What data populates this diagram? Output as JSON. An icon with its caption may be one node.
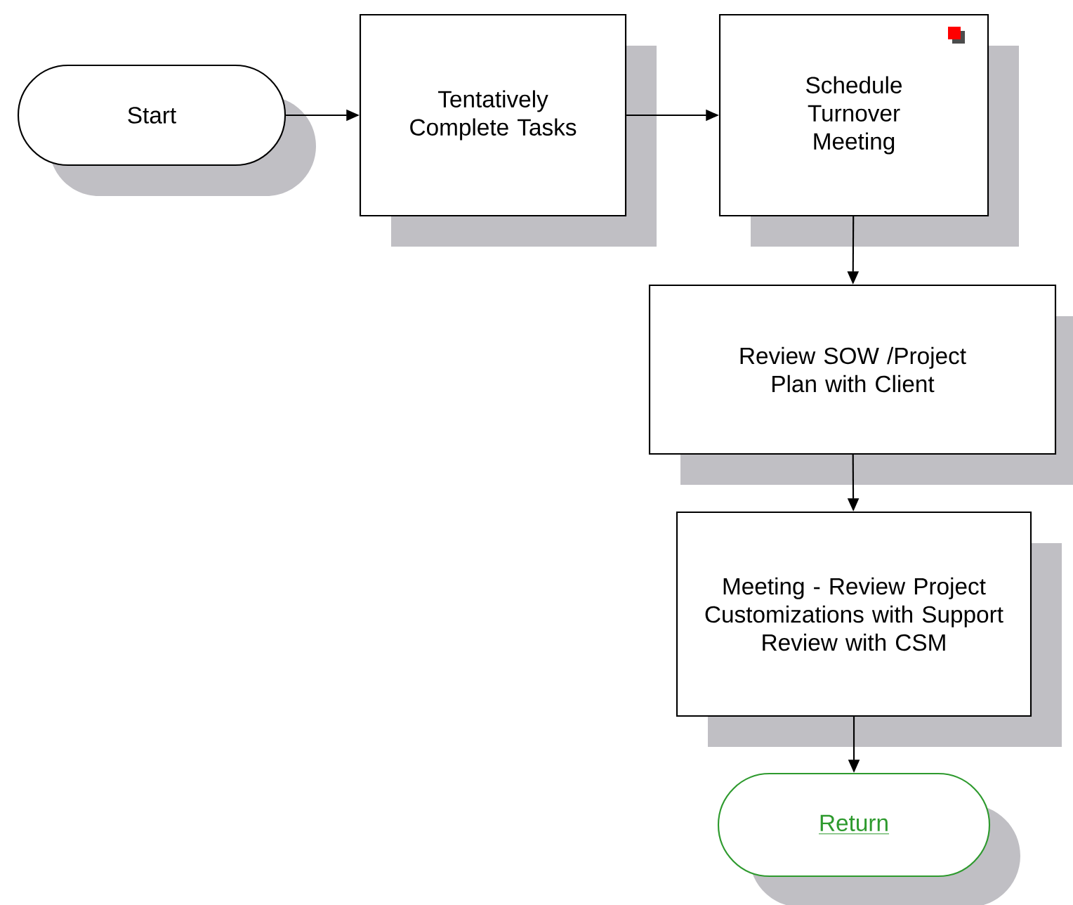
{
  "diagram": {
    "nodes": [
      {
        "text": [
          "Start"
        ]
      },
      {
        "text": [
          "Tentatively Complete Tasks"
        ]
      },
      {
        "text": [
          "Schedule Turnover Meeting"
        ]
      },
      {
        "text": [
          "Review SOW /Project Plan with Client"
        ]
      },
      {
        "text": [
          "Meeting - Review Project Customizations with Support",
          "Review with CSM"
        ]
      },
      {
        "text": [
          "Return"
        ]
      }
    ],
    "edges": [
      {
        "from": 0,
        "to": 1,
        "arrow": "to"
      },
      {
        "from": 1,
        "to": 2,
        "arrow": "to"
      },
      {
        "from": 2,
        "to": 3,
        "arrow": "to"
      },
      {
        "from": 3,
        "to": 4,
        "arrow": "to"
      },
      {
        "from": 4,
        "to": 5,
        "arrow": "to"
      }
    ]
  }
}
